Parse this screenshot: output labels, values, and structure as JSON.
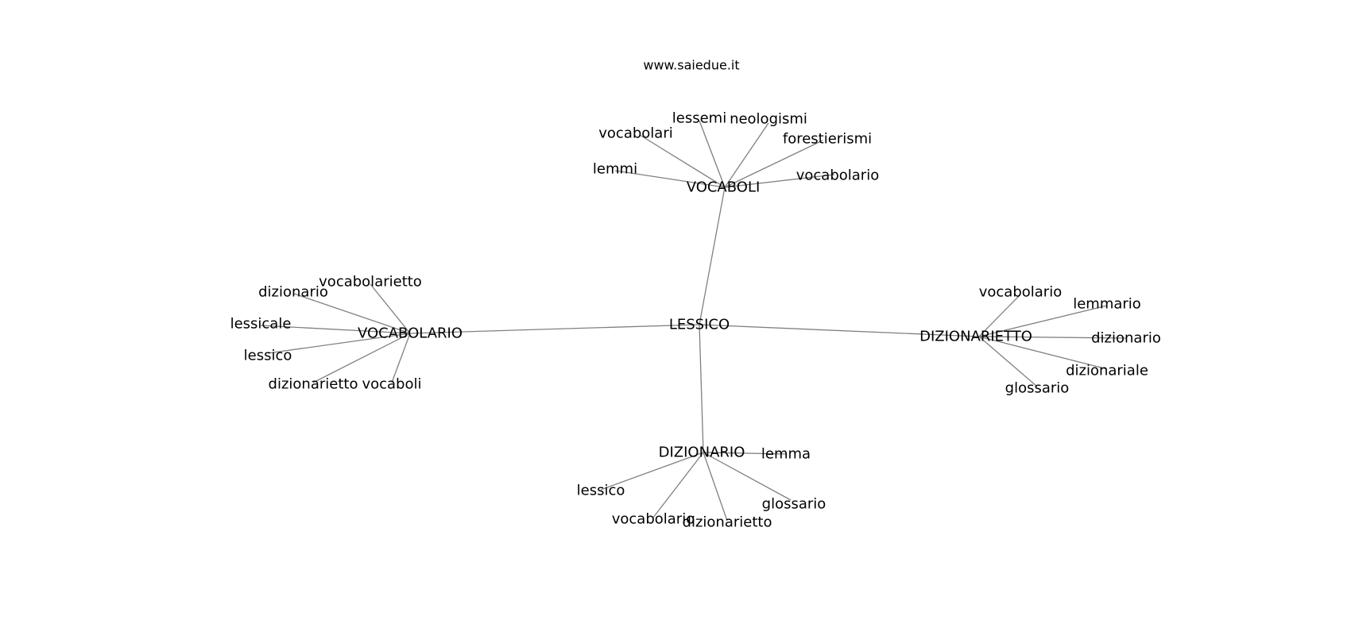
{
  "header": {
    "site": "www.saiedue.it"
  },
  "colors": {
    "edge": "#808080",
    "text": "#000000",
    "background": "#ffffff"
  },
  "graph": {
    "center": "LESSICO",
    "clusters": [
      {
        "hub": "VOCABOLI",
        "leaves": [
          "lessemi",
          "neologismi",
          "vocabolari",
          "forestierismi",
          "lemmi",
          "vocabolario"
        ]
      },
      {
        "hub": "VOCABOLARIO",
        "leaves": [
          "vocabolarietto",
          "dizionario",
          "lessicale",
          "lessico",
          "dizionarietto",
          "vocaboli"
        ]
      },
      {
        "hub": "DIZIONARIETTO",
        "leaves": [
          "vocabolario",
          "lemmario",
          "dizionario",
          "dizionariale",
          "glossario"
        ]
      },
      {
        "hub": "DIZIONARIO",
        "leaves": [
          "lemma",
          "lessico",
          "glossario",
          "vocabolario",
          "dizionarietto"
        ]
      }
    ]
  }
}
